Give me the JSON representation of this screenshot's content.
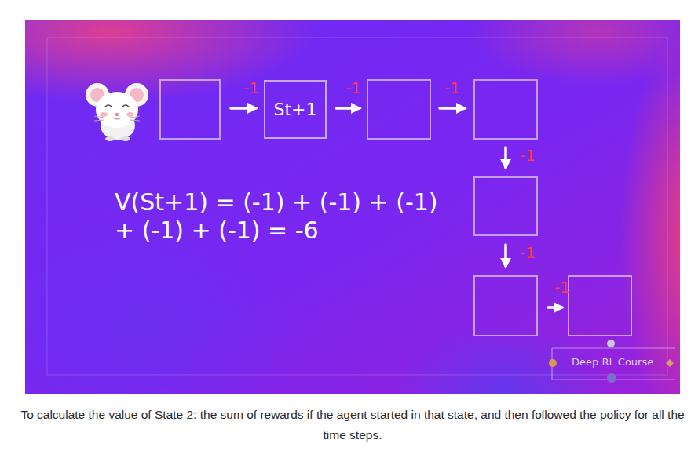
{
  "diagram": {
    "caption": "To calculate the value of State 2: the sum of rewards if the agent started in that state, and then followed the policy for all the time steps.",
    "nodes": [
      {
        "text": [
          "St+1"
        ]
      }
    ],
    "labels": [
      "-1",
      "-1",
      "-1",
      "-1",
      "-1",
      "-1",
      "V(St+1) = (-1) + (-1) + (-1) + (-1) + (-1) = -6",
      "Deep RL Course"
    ]
  }
}
